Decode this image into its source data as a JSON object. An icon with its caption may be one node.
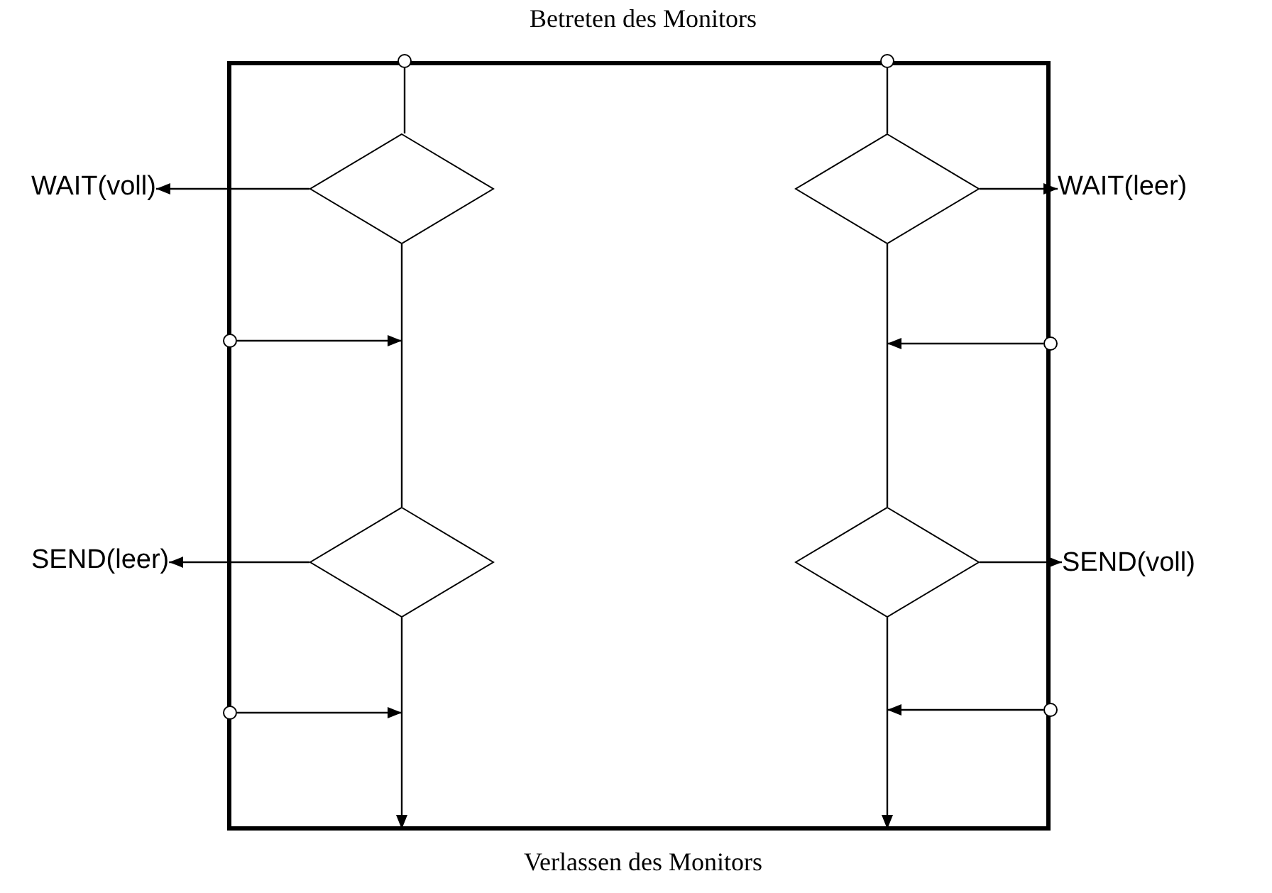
{
  "diagram": {
    "nodes": [
      {
        "text": [],
        "shape": "box"
      },
      {
        "text": [],
        "shape": "circle"
      },
      {
        "text": [],
        "shape": "circle"
      },
      {
        "text": [
          "WAIT(voll)"
        ]
      },
      {
        "text": [],
        "shape": "diamond",
        "in": 0
      },
      {
        "text": [],
        "shape": "diamond",
        "in": 0
      },
      {
        "text": [
          "WAIT(leer)"
        ]
      },
      {
        "text": [],
        "shape": "circle"
      },
      {
        "text": [],
        "shape": "circle"
      },
      {
        "text": [
          "SEND(leer)"
        ]
      },
      {
        "text": [],
        "shape": "diamond",
        "in": 0
      },
      {
        "text": [],
        "shape": "diamond",
        "in": 0
      },
      {
        "text": [
          "SEND(voll)"
        ]
      },
      {
        "text": [],
        "shape": "circle"
      },
      {
        "text": [],
        "shape": "circle"
      }
    ],
    "edges": [
      {
        "from": 1,
        "to": 4,
        "arrow": "none"
      },
      {
        "from": 4,
        "to": 3,
        "arrow": "to"
      },
      {
        "from": 2,
        "to": 5,
        "arrow": "none"
      },
      {
        "from": 5,
        "to": 6,
        "arrow": "to"
      },
      {
        "from": 4,
        "to": 10,
        "arrow": "none"
      },
      {
        "from": 5,
        "to": 11,
        "arrow": "none"
      },
      {
        "from": 7,
        "to": null,
        "arrow": "to"
      },
      {
        "from": 8,
        "to": null,
        "arrow": "to"
      },
      {
        "from": 10,
        "to": 9,
        "arrow": "to"
      },
      {
        "from": 11,
        "to": 12,
        "arrow": "to"
      },
      {
        "from": 10,
        "to": null,
        "arrow": "to"
      },
      {
        "from": 11,
        "to": null,
        "arrow": "to"
      },
      {
        "from": 13,
        "to": null,
        "arrow": "to"
      },
      {
        "from": 14,
        "to": null,
        "arrow": "to"
      }
    ],
    "labels": [
      "Betreten des Monitors",
      "Verlassen des Monitors"
    ]
  }
}
